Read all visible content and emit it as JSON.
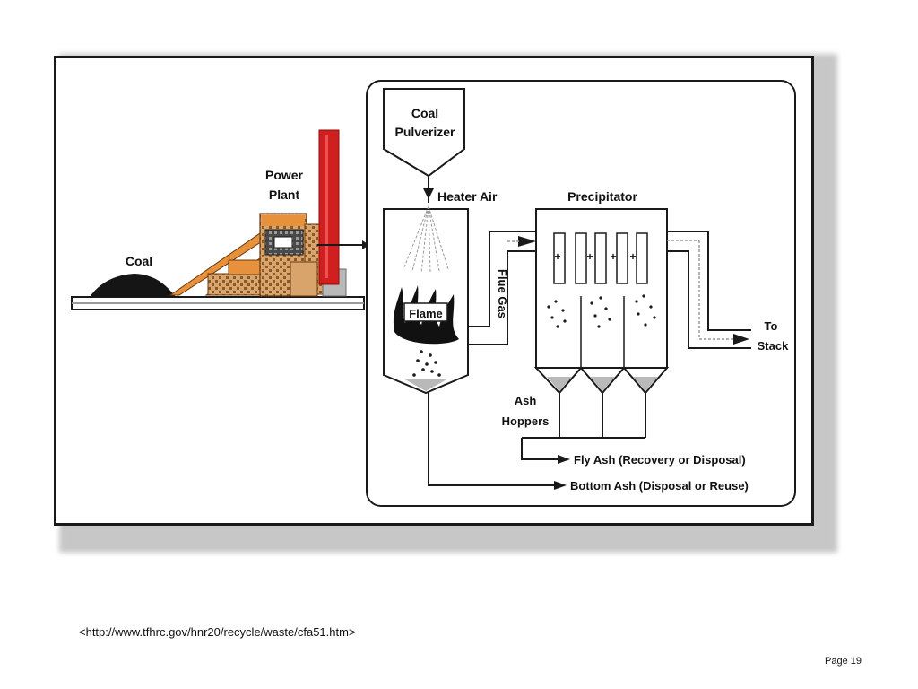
{
  "diagram": {
    "labels": {
      "coal": "Coal",
      "power_plant_line1": "Power",
      "power_plant_line2": "Plant",
      "coal_pulverizer_line1": "Coal",
      "coal_pulverizer_line2": "Pulverizer",
      "heater_air": "Heater Air",
      "precipitator": "Precipitator",
      "flame": "Flame",
      "flue_gas": "Flue Gas",
      "to_stack_line1": "To",
      "to_stack_line2": "Stack",
      "ash_hoppers_line1": "Ash",
      "ash_hoppers_line2": "Hoppers",
      "fly_ash": "Fly Ash (Recovery or Disposal)",
      "bottom_ash": "Bottom Ash (Disposal or Reuse)"
    },
    "colors": {
      "chimney": "#d11f1f",
      "plant_orange": "#e8913c",
      "plant_tan": "#d8a46c",
      "ground": "#1a1a1a",
      "line": "#1a1a1a"
    }
  },
  "footer": {
    "source_url": "<http://www.tfhrc.gov/hnr20/recycle/waste/cfa51.htm>",
    "page_label": "Page 19"
  }
}
